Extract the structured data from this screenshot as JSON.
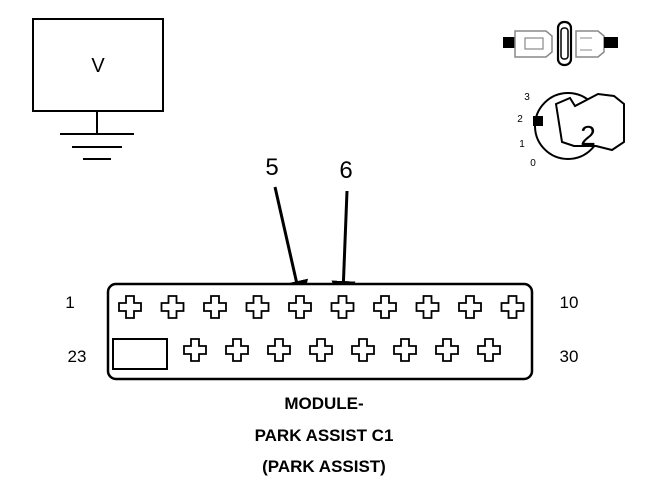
{
  "meter": {
    "symbol": "V"
  },
  "key_switch": {
    "positions": [
      "3",
      "2",
      "1",
      "0"
    ],
    "selected_position": "2"
  },
  "probe_labels": [
    "5",
    "6"
  ],
  "connector": {
    "pin_labels": {
      "top_left": "1",
      "top_right": "10",
      "bottom_left": "23",
      "bottom_right": "30"
    },
    "top_row_cavities": 10,
    "bottom_row_cavities": 8,
    "probed_cavities": [
      5,
      6
    ]
  },
  "caption": {
    "line1": "MODULE-",
    "line2": "PARK ASSIST C1",
    "line3": "(PARK ASSIST)"
  },
  "colors": {
    "line": "#000000",
    "background": "#ffffff",
    "connector_fill": "#ffffff"
  }
}
